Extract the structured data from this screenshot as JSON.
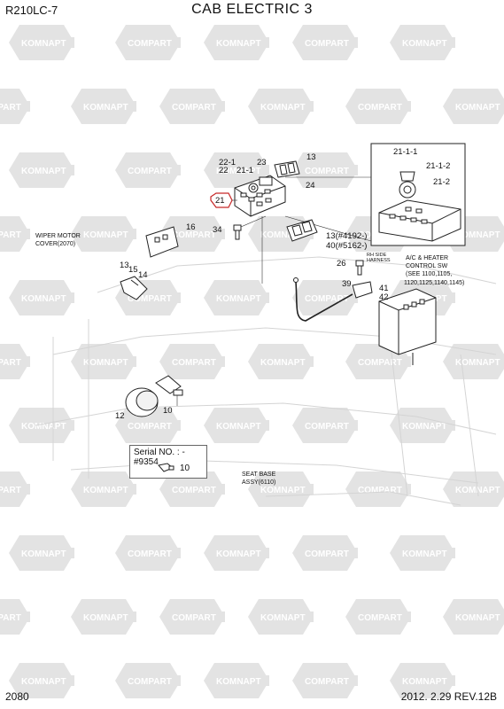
{
  "header": {
    "model": "R210LC-7",
    "title": "CAB ELECTRIC 3"
  },
  "footer": {
    "page": "2080",
    "revision": "2012. 2.29  REV.12B"
  },
  "watermark": {
    "brands": [
      "KOMNAPT",
      "COMPART"
    ],
    "color": "#e3e3e3"
  },
  "labels": {
    "p21_1_1": "21-1-1",
    "p21_1_2": "21-1-2",
    "p21_2": "21-2",
    "p22_1": "22-1",
    "p22": "22",
    "p21_1": "21-1",
    "p23": "23",
    "p13_top": "13",
    "p24": "24",
    "p21": "21",
    "p34": "34",
    "p16": "16",
    "wiper_motor_cover": [
      "WIPER MOTOR",
      "COVER(2070)"
    ],
    "p13_4192": "13(#4192-)",
    "p40_5162": "40(#5162-)",
    "rh_side_harness": [
      "RH SIDE",
      "HARNESS"
    ],
    "p26": "26",
    "ac_heater": [
      "A/C & HEATER",
      "CONTROL SW",
      "(SEE 1100,1105,",
      "1120,1125,1140,1145)"
    ],
    "p13_left": "13",
    "p15": "15",
    "p14": "14",
    "p39": "39",
    "p41": "41",
    "p42": "42",
    "p12": "12",
    "p10": "10",
    "seat_base": [
      "SEAT BASE",
      "ASSY(6110)"
    ]
  },
  "serial_box": {
    "label": "Serial NO. : -#9354",
    "part": "10"
  }
}
